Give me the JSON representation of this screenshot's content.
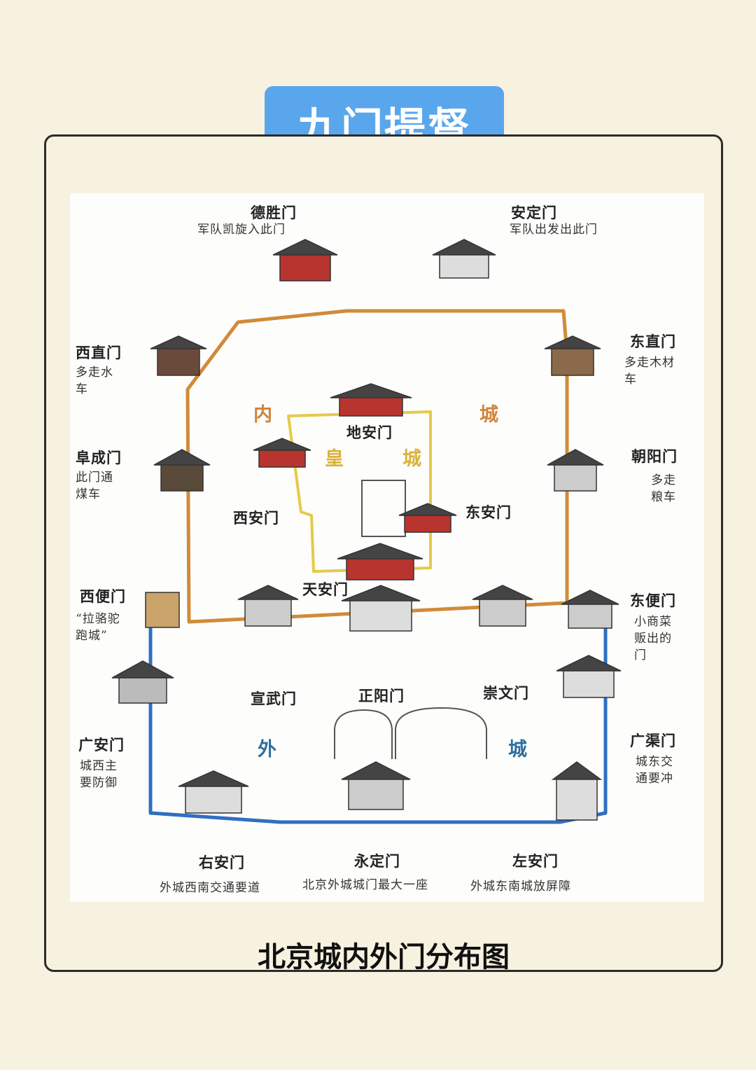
{
  "header": {
    "title": "九门提督"
  },
  "caption": "北京城内外门分布图",
  "regions": {
    "inner_left": "内",
    "inner_right": "城",
    "imperial_left": "皇",
    "imperial_right": "城",
    "outer_left": "外",
    "outer_right": "城"
  },
  "gates": {
    "deshengmen": {
      "name": "德胜门",
      "note": "军队凯旋入此门"
    },
    "andingmen": {
      "name": "安定门",
      "note": "军队出发出此门"
    },
    "xizhimen": {
      "name": "西直门",
      "note": "多走水\n车"
    },
    "dongzhimen": {
      "name": "东直门",
      "note": "多走木材\n车"
    },
    "fuchengmen": {
      "name": "阜成门",
      "note": "此门通\n煤车"
    },
    "chaoyangmen": {
      "name": "朝阳门",
      "note": "多走\n粮车"
    },
    "dianmen": {
      "name": "地安门"
    },
    "xianmen": {
      "name": "西安门"
    },
    "donganmen": {
      "name": "东安门"
    },
    "tiananmen": {
      "name": "天安门"
    },
    "xibianmen": {
      "name": "西便门",
      "note": "“拉骆驼\n跑城”"
    },
    "dongbianmen": {
      "name": "东便门",
      "note": "小商菜\n贩出的\n门"
    },
    "xuanwumen": {
      "name": "宣武门"
    },
    "zhengyangmen": {
      "name": "正阳门"
    },
    "chongwenmen": {
      "name": "崇文门"
    },
    "guanganmen": {
      "name": "广安门",
      "note": "城西主\n要防御"
    },
    "guangqumen": {
      "name": "广渠门",
      "note": "城东交\n通要冲"
    },
    "youanmen": {
      "name": "右安门",
      "note": "外城西南交通要道"
    },
    "yongdingmen": {
      "name": "永定门",
      "note": "北京外城城门最大一座"
    },
    "zuoanmen": {
      "name": "左安门",
      "note": "外城东南城放屏障"
    }
  },
  "colors": {
    "badge": "#5aa6ec",
    "inner_wall": "#d08b3a",
    "imperial_wall": "#e6c94a",
    "outer_wall": "#2f6fc2",
    "inner_label": "#d0843a",
    "imperial_label": "#d9b23a",
    "outer_label": "#2f6fa0"
  }
}
